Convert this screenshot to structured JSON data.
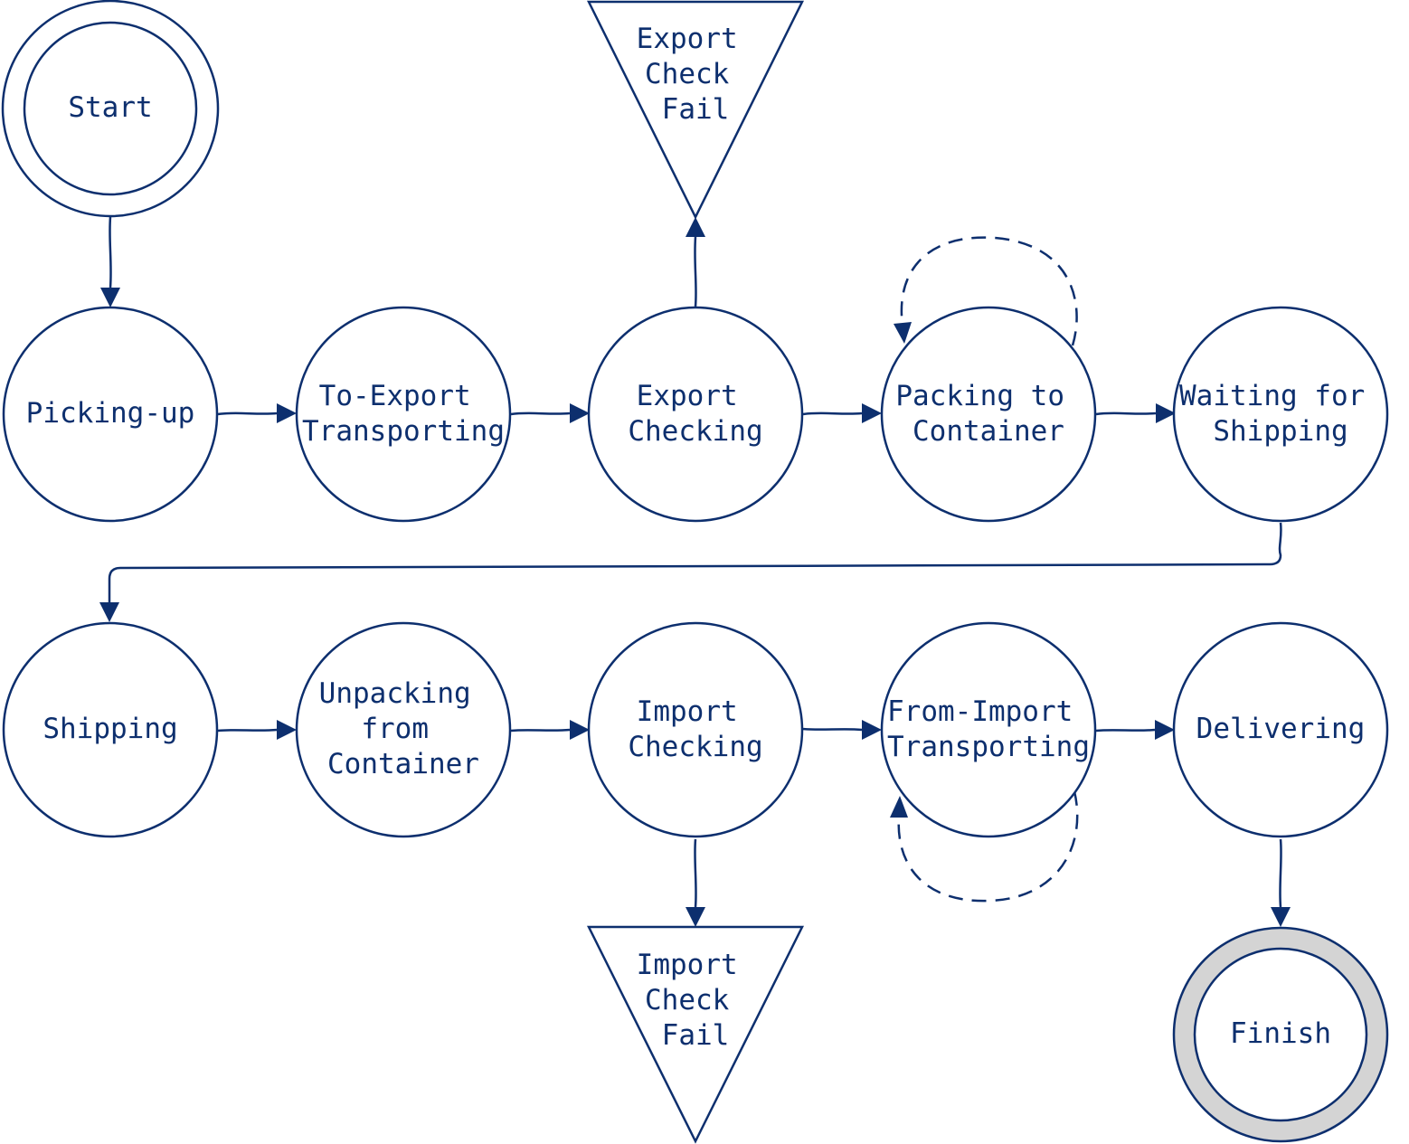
{
  "diagram": {
    "colors": {
      "stroke": "#0d2f6e",
      "text": "#0d2f6e",
      "fill": "#ffffff",
      "finish_ring": "#d4d4d4"
    },
    "nodes": {
      "start": {
        "lines": [
          "Start"
        ]
      },
      "picking_up": {
        "lines": [
          "Picking-up"
        ]
      },
      "to_export_transporting": {
        "lines": [
          "To-Export",
          "Transporting"
        ]
      },
      "export_checking": {
        "lines": [
          "Export",
          "Checking"
        ]
      },
      "export_check_fail": {
        "lines": [
          "Export",
          "Check",
          "Fail"
        ]
      },
      "packing_to_container": {
        "lines": [
          "Packing to",
          "Container"
        ]
      },
      "waiting_for_shipping": {
        "lines": [
          "Waiting for",
          "Shipping"
        ]
      },
      "shipping": {
        "lines": [
          "Shipping"
        ]
      },
      "unpacking_from_container": {
        "lines": [
          "Unpacking",
          "from",
          "Container"
        ]
      },
      "import_checking": {
        "lines": [
          "Import",
          "Checking"
        ]
      },
      "import_check_fail": {
        "lines": [
          "Import",
          "Check",
          "Fail"
        ]
      },
      "from_import_transporting": {
        "lines": [
          "From-Import",
          "Transporting"
        ]
      },
      "delivering": {
        "lines": [
          "Delivering"
        ]
      },
      "finish": {
        "lines": [
          "Finish"
        ]
      }
    }
  }
}
